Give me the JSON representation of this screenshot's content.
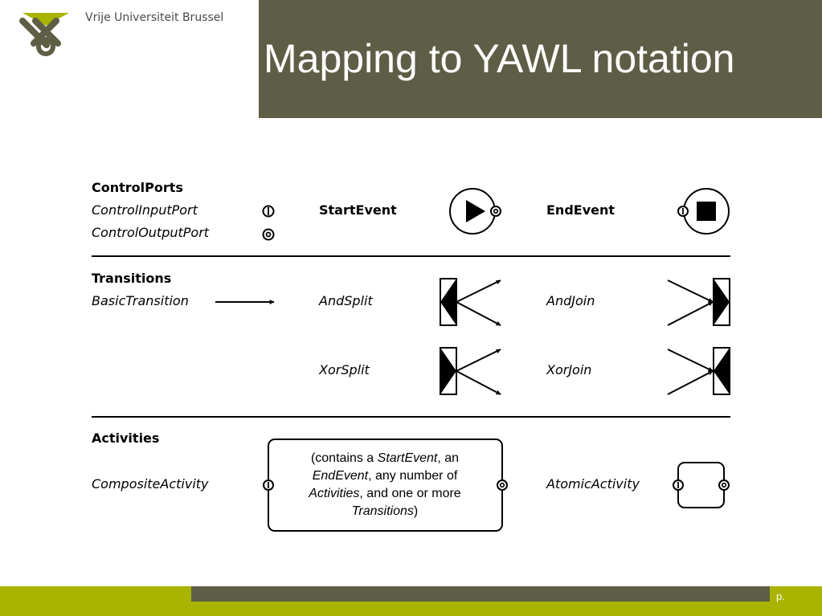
{
  "header": {
    "university": "Vrije Universiteit Brussel",
    "title": "Mapping to YAWL notation"
  },
  "sections": {
    "control_ports": {
      "heading": "ControlPorts",
      "input_port": "ControlInputPort",
      "output_port": "ControlOutputPort",
      "start_event": "StartEvent",
      "end_event": "EndEvent"
    },
    "transitions": {
      "heading": "Transitions",
      "basic": "BasicTransition",
      "and_split": "AndSplit",
      "and_join": "AndJoin",
      "xor_split": "XorSplit",
      "xor_join": "XorJoin"
    },
    "activities": {
      "heading": "Activities",
      "composite": "CompositeActivity",
      "atomic": "AtomicActivity",
      "composite_desc": {
        "l1a": "(contains a ",
        "l1b": "StartEvent",
        "l1c": ", an",
        "l2a": "EndEvent",
        "l2b": ", any number of",
        "l3a": "Activities",
        "l3b": ", and one or more",
        "l4a": "Transitions",
        "l4b": ")"
      }
    }
  },
  "footer": {
    "page": "p."
  },
  "colors": {
    "title_bg": "#5e5e47",
    "footer_olive": "#a8b400",
    "logo_olive": "#a8b400",
    "logo_gray": "#5e5e47"
  }
}
